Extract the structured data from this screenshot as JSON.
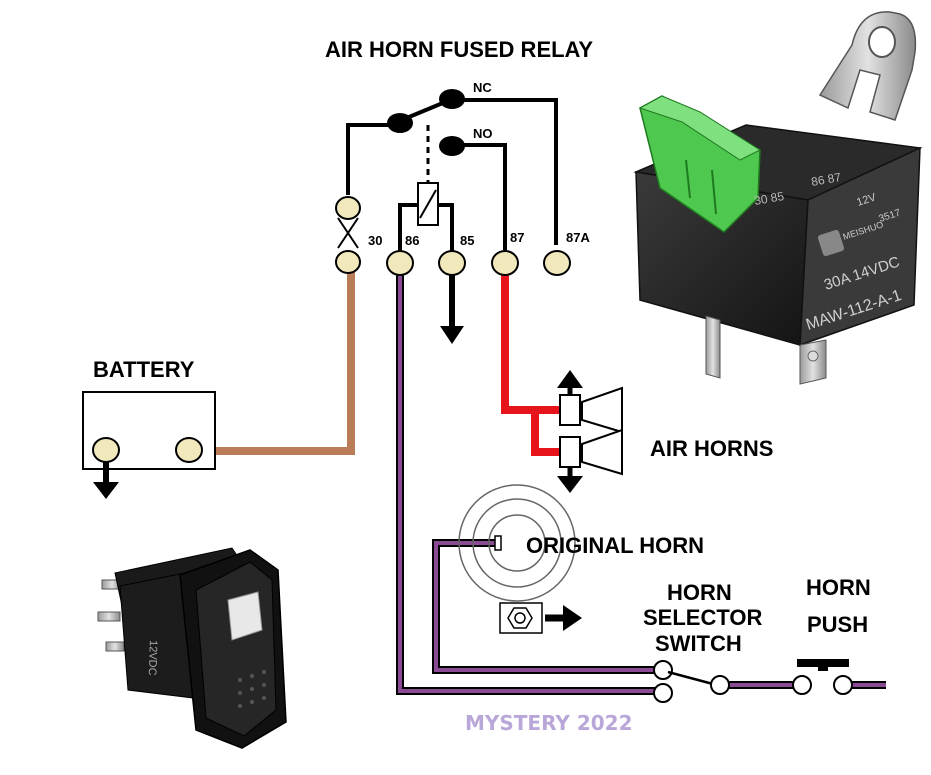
{
  "title": "AIR HORN FUSED RELAY",
  "relay_contacts": {
    "nc": "NC",
    "no": "NO"
  },
  "terminals": {
    "t30": "30",
    "t86": "86",
    "t85": "85",
    "t87": "87",
    "t87a": "87A"
  },
  "labels": {
    "battery": "BATTERY",
    "air_horns": "AIR HORNS",
    "original_horn": "ORIGINAL HORN",
    "selector_line1": "HORN",
    "selector_line2": "SELECTOR",
    "selector_line3": "SWITCH",
    "push_line1": "HORN",
    "push_line2": "PUSH",
    "watermark": "MYSTERY 2022"
  },
  "relay_photo": {
    "top_text_1": "30 85",
    "top_text_2": "86 87",
    "brand": "MEISHUO",
    "voltage": "12V",
    "code": "3517",
    "rating": "30A  14VDC",
    "model": "MAW-112-A-1"
  },
  "switch_photo": {
    "voltage": "12VDC"
  },
  "colors": {
    "brown_wire": "#b97c56",
    "red_wire": "#e8141c",
    "purple_wire": "#8a4a94",
    "terminal_fill": "#f1e8bc",
    "fuse_green": "#4fc84f",
    "watermark": "#b8a7d8"
  }
}
